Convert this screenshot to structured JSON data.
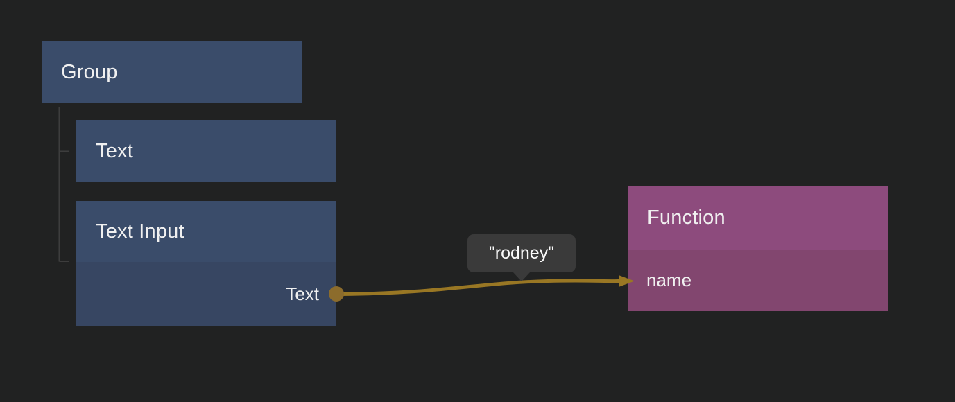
{
  "editor": {
    "nodes": {
      "group": {
        "title": "Group"
      },
      "text": {
        "title": "Text"
      },
      "text_input": {
        "title": "Text Input",
        "output_ports": [
          {
            "label": "Text",
            "type": "string"
          }
        ]
      },
      "function": {
        "title": "Function",
        "input_ports": [
          {
            "label": "name",
            "type": "string"
          }
        ]
      }
    },
    "connection": {
      "from_node": "Text Input",
      "from_port": "Text",
      "to_node": "Function",
      "to_port": "name",
      "value_tooltip": "\"rodney\""
    }
  },
  "colors": {
    "canvas_bg": "#212222",
    "node_blue_header": "#3a4c6a",
    "node_blue_body": "#374662",
    "node_purple_header": "#8d4b7d",
    "node_purple_body": "#82466f",
    "wire": "#997724",
    "port_dot": "#8c6c2c",
    "tree_line": "#3d3d3d",
    "tooltip_bg": "#3a3a3a",
    "text": "#f0f0f0"
  }
}
